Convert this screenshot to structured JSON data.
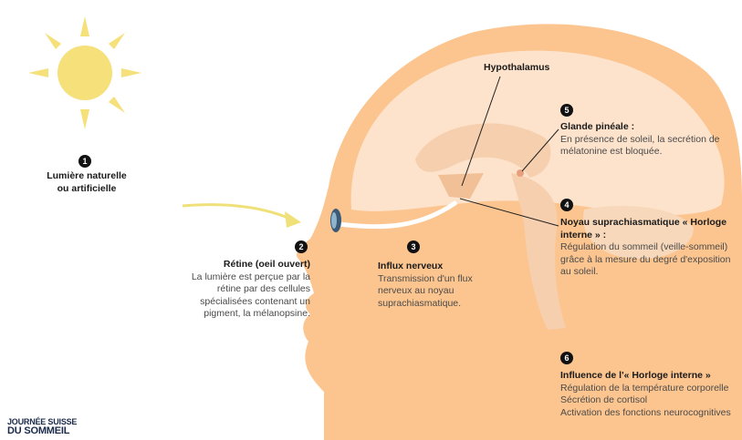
{
  "steps": [
    {
      "n": "1",
      "title": "Lumière naturelle\nou artificielle",
      "desc": ""
    },
    {
      "n": "2",
      "title": "Rétine (oeil ouvert)",
      "desc": "La lumière est perçue par la rétine par des cellules spécialisées contenant un pigment, la mélanopsine."
    },
    {
      "n": "3",
      "title": "Influx nerveux",
      "desc": "Transmission d'un flux nerveux au noyau suprachiasmatique."
    },
    {
      "n": "4",
      "title": "Noyau suprachiasmatique « Horloge interne » :",
      "desc": "Régulation du sommeil (veille-sommeil) grâce à la mesure du degré d'exposition au soleil."
    },
    {
      "n": "5",
      "title": "Glande pinéale :",
      "desc": "En présence de soleil, la secrétion de mélatonine est bloquée."
    },
    {
      "n": "6",
      "title": "Influence de l'« Horloge interne »",
      "desc": "Régulation de la température corporelle\nSécrétion de cortisol\nActivation des fonctions neurocognitives"
    }
  ],
  "hypothalamus": "Hypothalamus",
  "logo": {
    "line1": "JOURNÉE SUISSE",
    "line2": "DU SOMMEIL"
  },
  "colors": {
    "head": "#fcc58f",
    "brain": "#fde3cc",
    "sun": "#f5e07a",
    "arrow": "#f0e07a",
    "eye": "#3b5a78"
  }
}
